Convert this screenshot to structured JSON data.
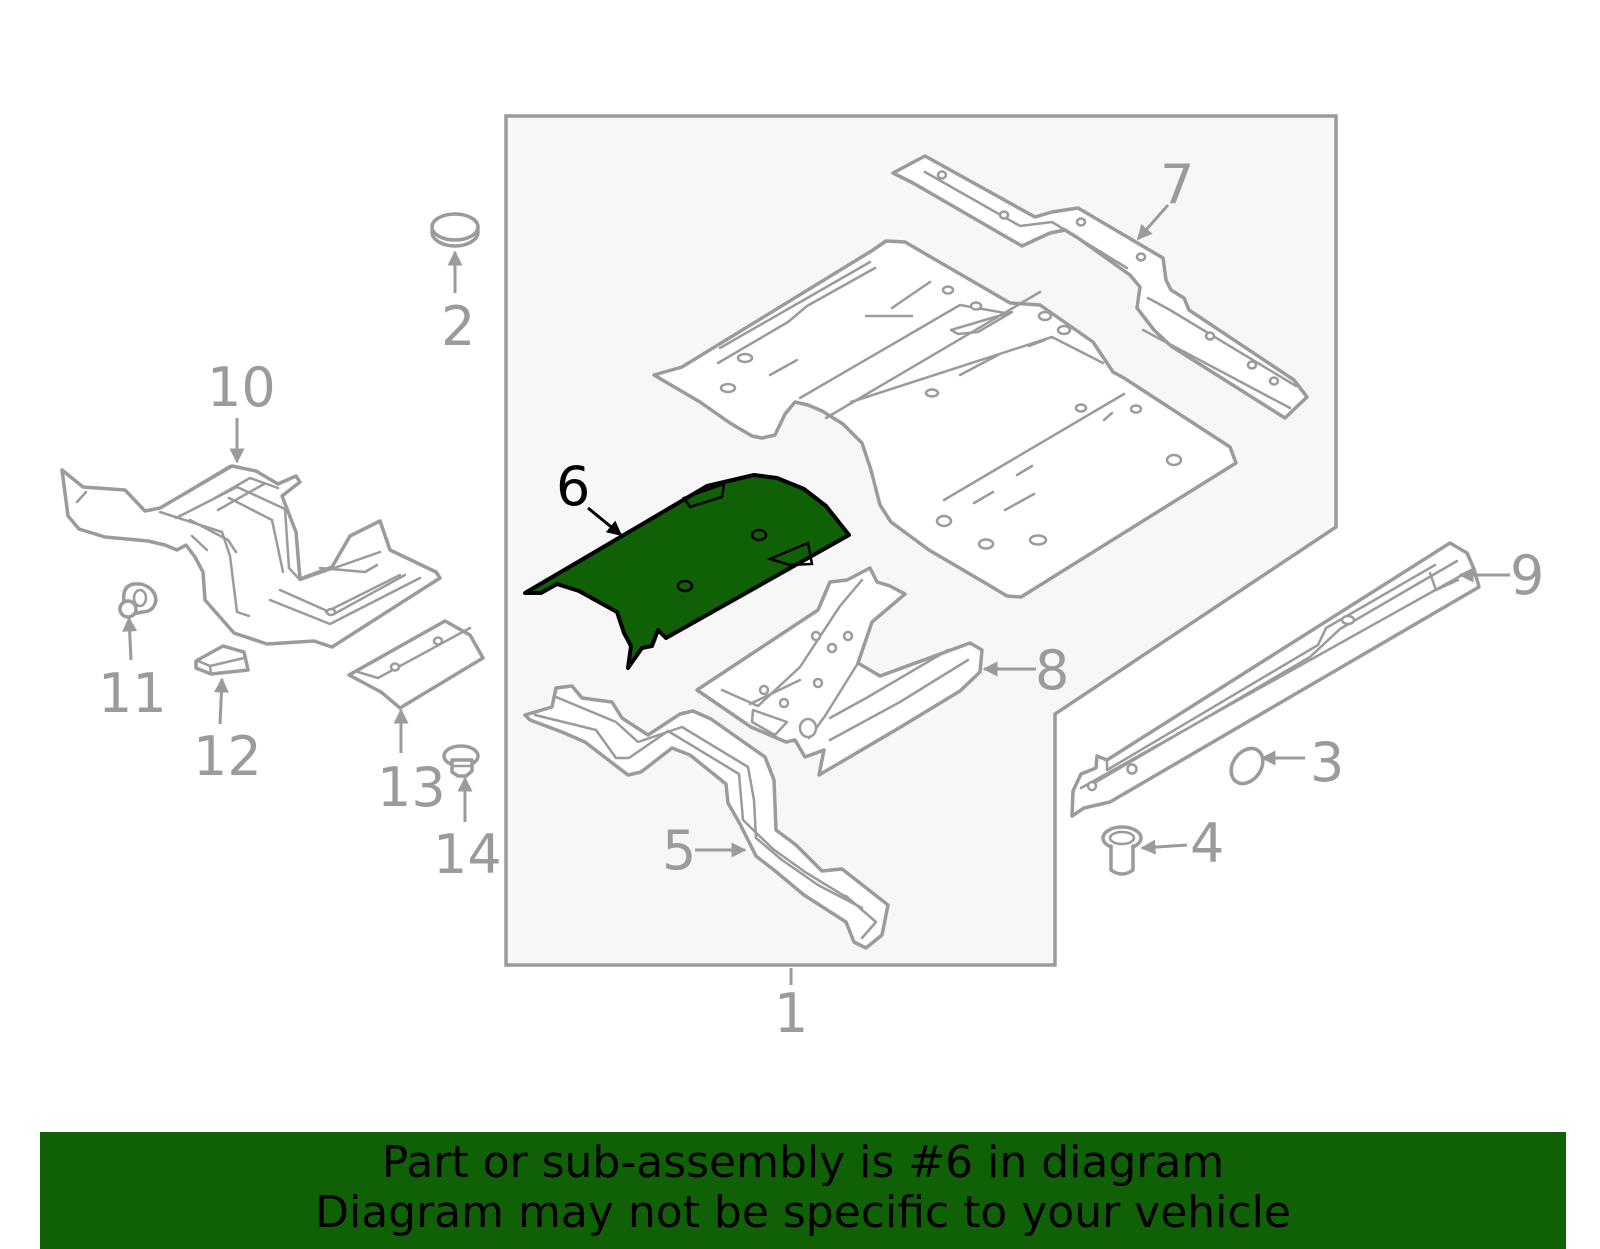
{
  "diagram": {
    "box_fill": "#f7f7f7",
    "line_color": "#9b9b9b",
    "highlight_fill": "#106006",
    "highlighted_callout": "6",
    "callouts": {
      "c1": "1",
      "c2": "2",
      "c3": "3",
      "c4": "4",
      "c5": "5",
      "c6": "6",
      "c7": "7",
      "c8": "8",
      "c9": "9",
      "c10": "10",
      "c11": "11",
      "c12": "12",
      "c13": "13",
      "c14": "14"
    }
  },
  "footer": {
    "background": "#106006",
    "line1": "Part or sub-assembly is #6 in diagram",
    "line2": "Diagram may not be specific to your vehicle"
  }
}
